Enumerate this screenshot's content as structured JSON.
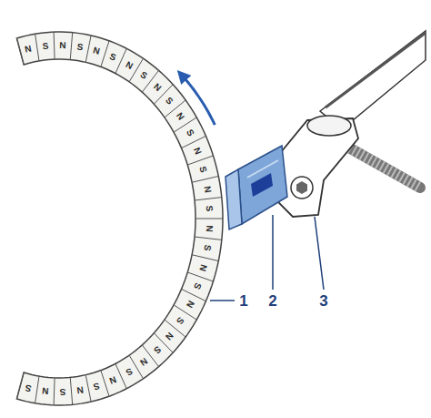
{
  "diagram": {
    "labels": [
      "N",
      "S",
      "N",
      "S",
      "N",
      "S",
      "N",
      "S",
      "N",
      "S",
      "N",
      "S",
      "N",
      "S",
      "N",
      "S",
      "N",
      "S",
      "N",
      "S",
      "N",
      "S",
      "N",
      "S",
      "N",
      "S",
      "N",
      "S",
      "N",
      "S",
      "N",
      "S",
      "1",
      "2",
      "3"
    ]
  }
}
